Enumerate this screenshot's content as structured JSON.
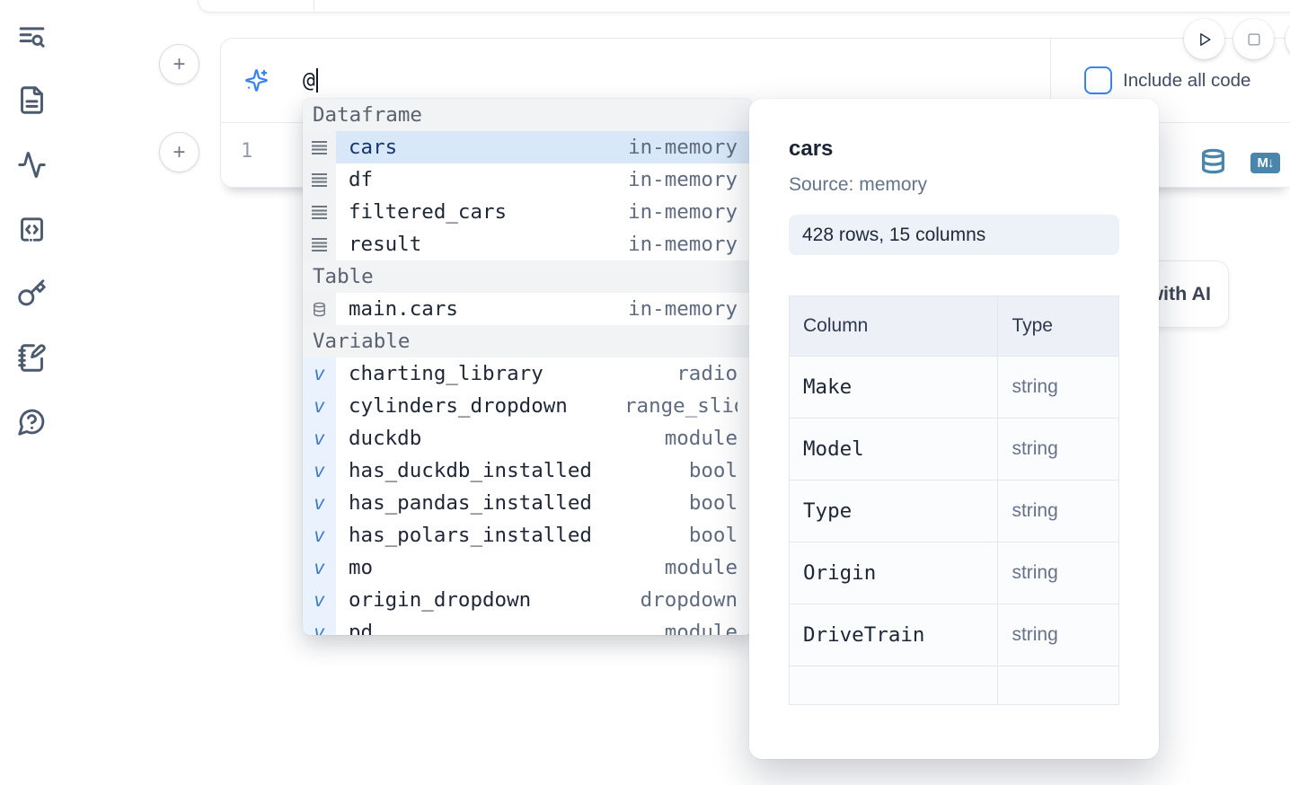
{
  "sidebar": {
    "icons": [
      "list-search-icon",
      "document-icon",
      "activity-icon",
      "code-snippet-icon",
      "key-icon",
      "scratchpad-icon",
      "help-icon"
    ]
  },
  "colors": {
    "accent_blue": "#3b82f6",
    "steel_blue": "#4a86ab",
    "selected_row": "#d8e8f9"
  },
  "ai_panel": {
    "prompt_value": "@",
    "include_all_code_label": "Include all code",
    "include_all_code_checked": false
  },
  "cell": {
    "line_number": "1",
    "markdown_badge": "M↓"
  },
  "generate_button": {
    "label": "Generate with AI"
  },
  "autocomplete": {
    "sections": [
      {
        "label": "Dataframe",
        "items": [
          {
            "name": "cars",
            "type": "in-memory",
            "selected": true
          },
          {
            "name": "df",
            "type": "in-memory"
          },
          {
            "name": "filtered_cars",
            "type": "in-memory"
          },
          {
            "name": "result",
            "type": "in-memory"
          }
        ]
      },
      {
        "label": "Table",
        "items": [
          {
            "name": "main.cars",
            "type": "in-memory"
          }
        ]
      },
      {
        "label": "Variable",
        "items": [
          {
            "name": "charting_library",
            "type": "radio"
          },
          {
            "name": "cylinders_dropdown",
            "type": "range_slider"
          },
          {
            "name": "duckdb",
            "type": "module"
          },
          {
            "name": "has_duckdb_installed",
            "type": "bool"
          },
          {
            "name": "has_pandas_installed",
            "type": "bool"
          },
          {
            "name": "has_polars_installed",
            "type": "bool"
          },
          {
            "name": "mo",
            "type": "module"
          },
          {
            "name": "origin_dropdown",
            "type": "dropdown"
          },
          {
            "name": "pd",
            "type": "module"
          }
        ]
      }
    ]
  },
  "preview": {
    "title": "cars",
    "source": "Source: memory",
    "shape": "428 rows, 15 columns",
    "table": {
      "headers": [
        "Column",
        "Type"
      ],
      "rows": [
        [
          "Make",
          "string"
        ],
        [
          "Model",
          "string"
        ],
        [
          "Type",
          "string"
        ],
        [
          "Origin",
          "string"
        ],
        [
          "DriveTrain",
          "string"
        ]
      ]
    }
  }
}
